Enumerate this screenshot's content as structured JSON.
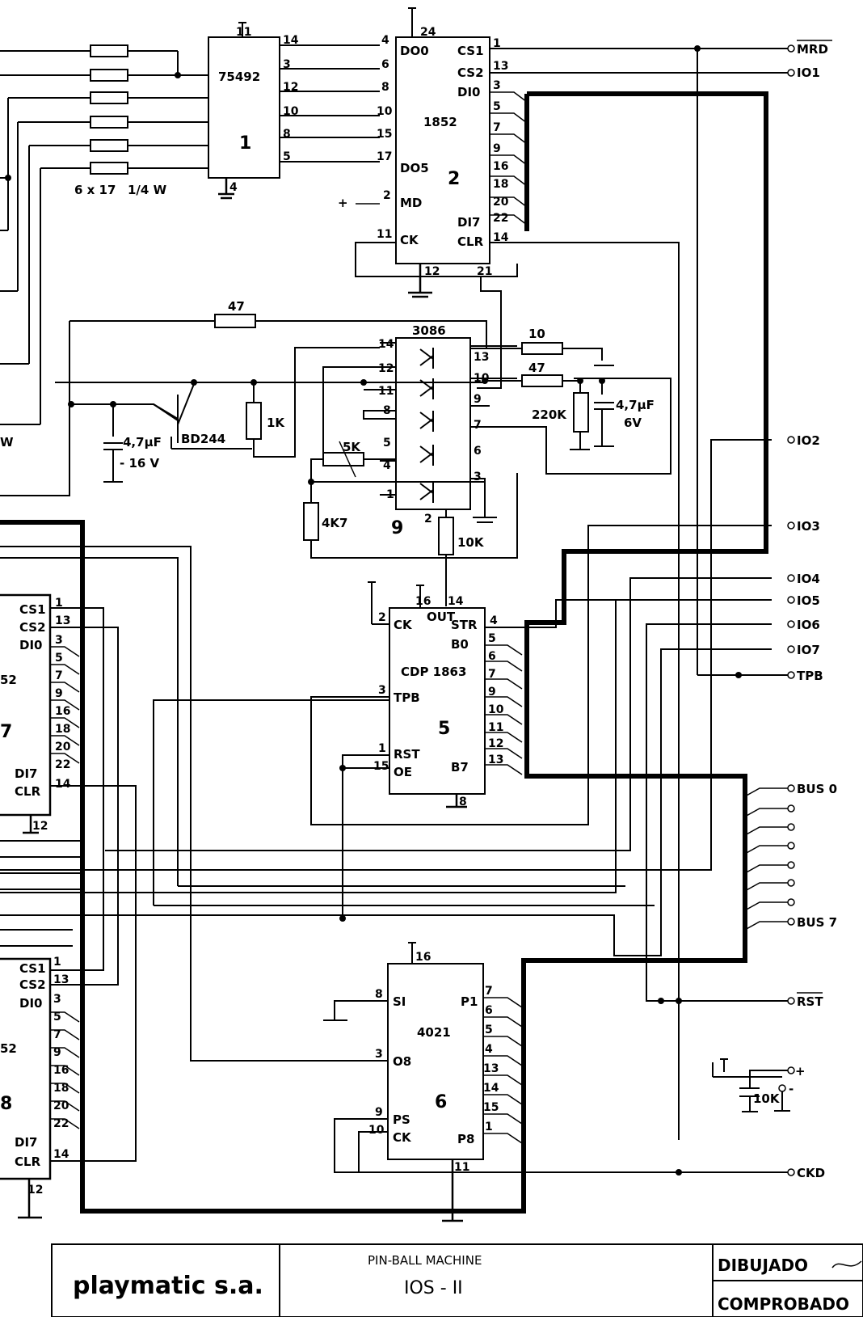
{
  "chips": {
    "u1": {
      "type": "75492",
      "num": "1",
      "supply": "11",
      "gnd": "4",
      "pins": [
        "14",
        "3",
        "12",
        "10",
        "8",
        "5"
      ]
    },
    "u2": {
      "type": "1852",
      "num": "2",
      "supply": "24",
      "gnd": "12",
      "pins_left": [
        "4",
        "6",
        "8",
        "10",
        "15",
        "17",
        "2",
        "11"
      ],
      "pins_right": [
        "1",
        "13",
        "3",
        "5",
        "7",
        "9",
        "16",
        "18",
        "20",
        "22",
        "14"
      ],
      "labels": {
        "do0": "DO0",
        "do5": "DO5",
        "md": "MD",
        "ck": "CK",
        "cs1": "CS1",
        "cs2": "CS2",
        "di0": "DI0",
        "di7": "DI7",
        "clr": "CLR"
      },
      "pin21": "21"
    },
    "u9": {
      "type": "3086",
      "num": "9",
      "pins_left": [
        "14",
        "12",
        "11",
        "8",
        "5",
        "4",
        "1"
      ],
      "pins_right": [
        "13",
        "10",
        "9",
        "7",
        "6",
        "3"
      ],
      "pin2": "2"
    },
    "u5": {
      "type": "CDP 1863",
      "num": "5",
      "supply": "16",
      "gnd": "8",
      "labels": {
        "ck": "CK",
        "out": "OUT",
        "str": "STR",
        "b0": "B0",
        "tpb": "TPB",
        "rst": "RST",
        "oe": "OE",
        "b7": "B7"
      },
      "pins": {
        "ck": "2",
        "out": "14",
        "str": "4",
        "tpb": "3",
        "rst": "1",
        "oe": "15"
      },
      "bpins": [
        "5",
        "6",
        "7",
        "9",
        "10",
        "11",
        "12",
        "13"
      ]
    },
    "u6": {
      "type": "4021",
      "num": "6",
      "supply": "16",
      "gnd": "11",
      "labels": {
        "si": "SI",
        "p1": "P1",
        "o8": "O8",
        "ps": "PS",
        "ck": "CK",
        "p8": "P8"
      },
      "pins": {
        "si": "8",
        "o8": "3",
        "ps": "9",
        "ck": "10"
      },
      "ppins": [
        "7",
        "6",
        "5",
        "4",
        "13",
        "14",
        "15",
        "1"
      ]
    },
    "u7": {
      "num": "7",
      "partial": "52",
      "pin12": "12"
    },
    "u8": {
      "num": "8",
      "partial": "52",
      "pin12": "12"
    }
  },
  "side_chip_labels": {
    "cs1": "CS1",
    "cs2": "CS2",
    "di0": "DI0",
    "di7": "DI7",
    "clr": "CLR"
  },
  "side_chip_pins": [
    "1",
    "13",
    "3",
    "5",
    "7",
    "9",
    "16",
    "18",
    "20",
    "22",
    "14"
  ],
  "components": {
    "r_array": "6 x 17",
    "r_power": "1/4 W",
    "r47a": "47",
    "r10": "10",
    "r47b": "47",
    "r220k": "220K",
    "c47_6v_value": "4,7µF",
    "c47_6v_volt": "6V",
    "bd244": "BD244",
    "r1k": "1K",
    "c47_16v_value": "4,7µF",
    "c47_16v_volt": "- 16 V",
    "r5k": "5K",
    "r4k7": "4K7",
    "r10k": "10K",
    "c10k": "10K",
    "w_edge": "W",
    "plus": "+",
    "minus": "-"
  },
  "signals": {
    "mrd": "MRD",
    "io1": "IO1",
    "io2": "IO2",
    "io3": "IO3",
    "io4": "IO4",
    "io5": "IO5",
    "io6": "IO6",
    "io7": "IO7",
    "tpb": "TPB",
    "bus0": "BUS 0",
    "bus7": "BUS 7",
    "rst": "RST",
    "plus": "+",
    "minus": "-",
    "ckd": "CKD"
  },
  "title_block": {
    "company": "playmatic s.a.",
    "product": "PIN-BALL   MACHINE",
    "model": "IOS - II",
    "drawn": "DIBUJADO",
    "checked": "COMPROBADO"
  }
}
